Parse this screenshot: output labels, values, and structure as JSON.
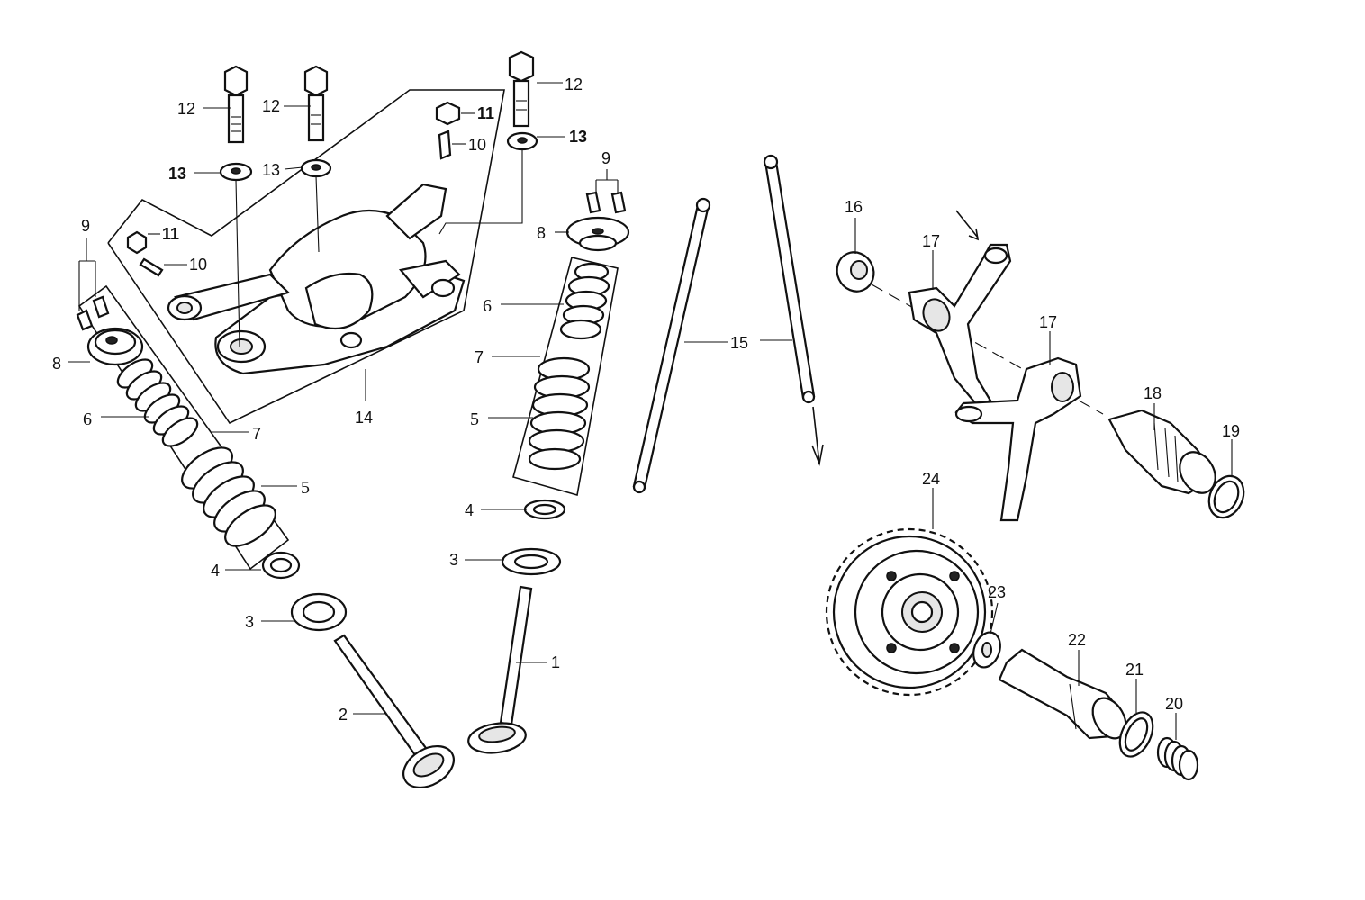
{
  "diagram": {
    "labels": {
      "l1": "1",
      "l2": "2",
      "l3": "3",
      "l4": "4",
      "l5": "5",
      "l6": "6",
      "l7": "7",
      "l8": "8",
      "l9": "9",
      "l10": "10",
      "l11": "11",
      "l12": "12",
      "l13": "13",
      "l14": "14",
      "l15": "15",
      "l16": "16",
      "l17": "17",
      "l18": "18",
      "l19": "19",
      "l20": "20",
      "l21": "21",
      "l22": "22",
      "l23": "23",
      "l24": "24"
    }
  }
}
